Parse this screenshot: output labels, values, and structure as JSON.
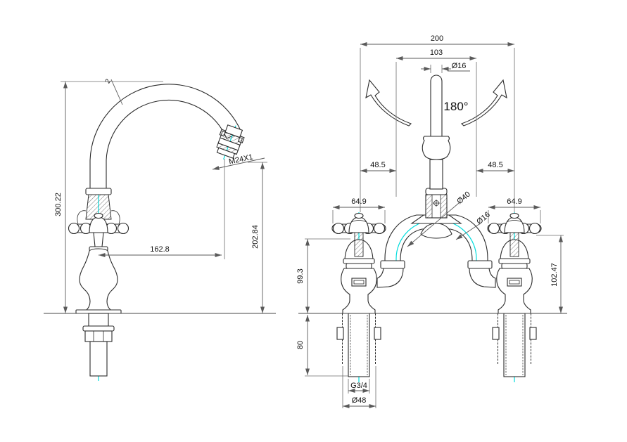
{
  "drawing": {
    "type": "technical-drawing",
    "subject": "two-hole arch mixer tap dimension drawing",
    "colors": {
      "background": "#ffffff",
      "line": "#2b2b2b",
      "dimension": "#5a5a5a",
      "centerline": "#00dcdc",
      "text": "#111111"
    },
    "side_view": {
      "labels": {
        "overall_height": "300.22",
        "spout_height": "202.84",
        "spout_reach": "162.8",
        "aerator_thread": "M24X1",
        "wall_thickness": "2"
      }
    },
    "front_view": {
      "labels": {
        "overall_width": "200",
        "hole_centres": "103",
        "spout_diameter": "Ø16",
        "swivel_angle": "180°",
        "offset_left": "48.5",
        "offset_right": "48.5",
        "handle_width_left": "64.9",
        "handle_width_right": "64.9",
        "body_diameter": "Ø40",
        "tube_diameter": "Ø16",
        "body_height": "99.3",
        "shank_length": "80",
        "handle_height_right": "102.47",
        "shank_thread": "G3/4",
        "flange_diameter": "Ø48"
      }
    }
  }
}
